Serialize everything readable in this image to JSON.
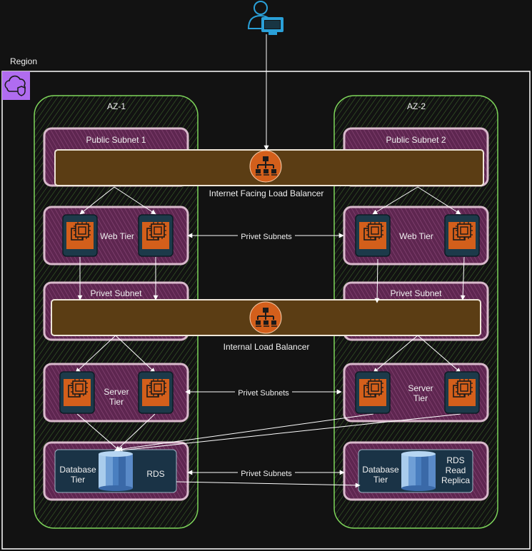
{
  "region": {
    "label": "Region"
  },
  "zones": [
    {
      "label": "AZ-1"
    },
    {
      "label": "AZ-2"
    }
  ],
  "subnets": {
    "public_1": "Public Subnet 1",
    "public_2": "Public Subnet 2",
    "privet_1": "Privet Subnet",
    "privet_2": "Privet Subnet"
  },
  "tiers": {
    "web_1": "Web Tier",
    "web_2": "Web Tier",
    "server_1": "Server Tier",
    "server_2": "Server Tier",
    "db_1": "Database Tier",
    "db_2": "Database Tier",
    "rds": "RDS",
    "rds_replica": "RDS Read Replica"
  },
  "load_balancers": {
    "internet": "Internet Facing Load Balancer",
    "internal": "Internal Load Balancer"
  },
  "connectors": {
    "web": "Privet Subnets",
    "server": "Privet Subnets",
    "db": "Privet Subnets"
  },
  "colors": {
    "background": "#121212",
    "zone_border": "#7dd45a",
    "subnet_fill": "#6b2a5a",
    "subnet_border": "#d9b9cc",
    "lb_band": "#5b3d14",
    "aws_orange": "#d35f1b",
    "ec2_frame": "#1c3a4a",
    "db_box": "#1a3346",
    "region_icon": "#b06cf0",
    "user_icon": "#2aa0d8"
  }
}
